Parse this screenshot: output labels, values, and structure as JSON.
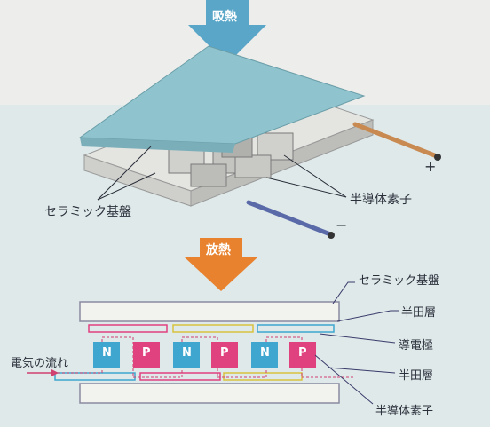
{
  "top_diagram": {
    "arrow_label": "吸熱",
    "plus_sign": "+",
    "minus_sign": "−",
    "label_ceramic": "セラミック基盤",
    "label_semiconductor": "半導体素子"
  },
  "bottom_diagram": {
    "arrow_label": "放熱",
    "label_ceramic": "セラミック基盤",
    "label_solder_top": "半田層",
    "label_conductor": "導電極",
    "label_solder_bottom": "半田層",
    "label_semiconductor": "半導体素子",
    "label_current": "電気の流れ",
    "elements": [
      "N",
      "P",
      "N",
      "P",
      "N",
      "P"
    ]
  },
  "colors": {
    "absorb_arrow": "#5aa6c8",
    "release_arrow": "#e8822e",
    "ceramic_plate": "#8fc4cf",
    "n_element": "#3fa6cf",
    "p_element": "#e0417f"
  }
}
